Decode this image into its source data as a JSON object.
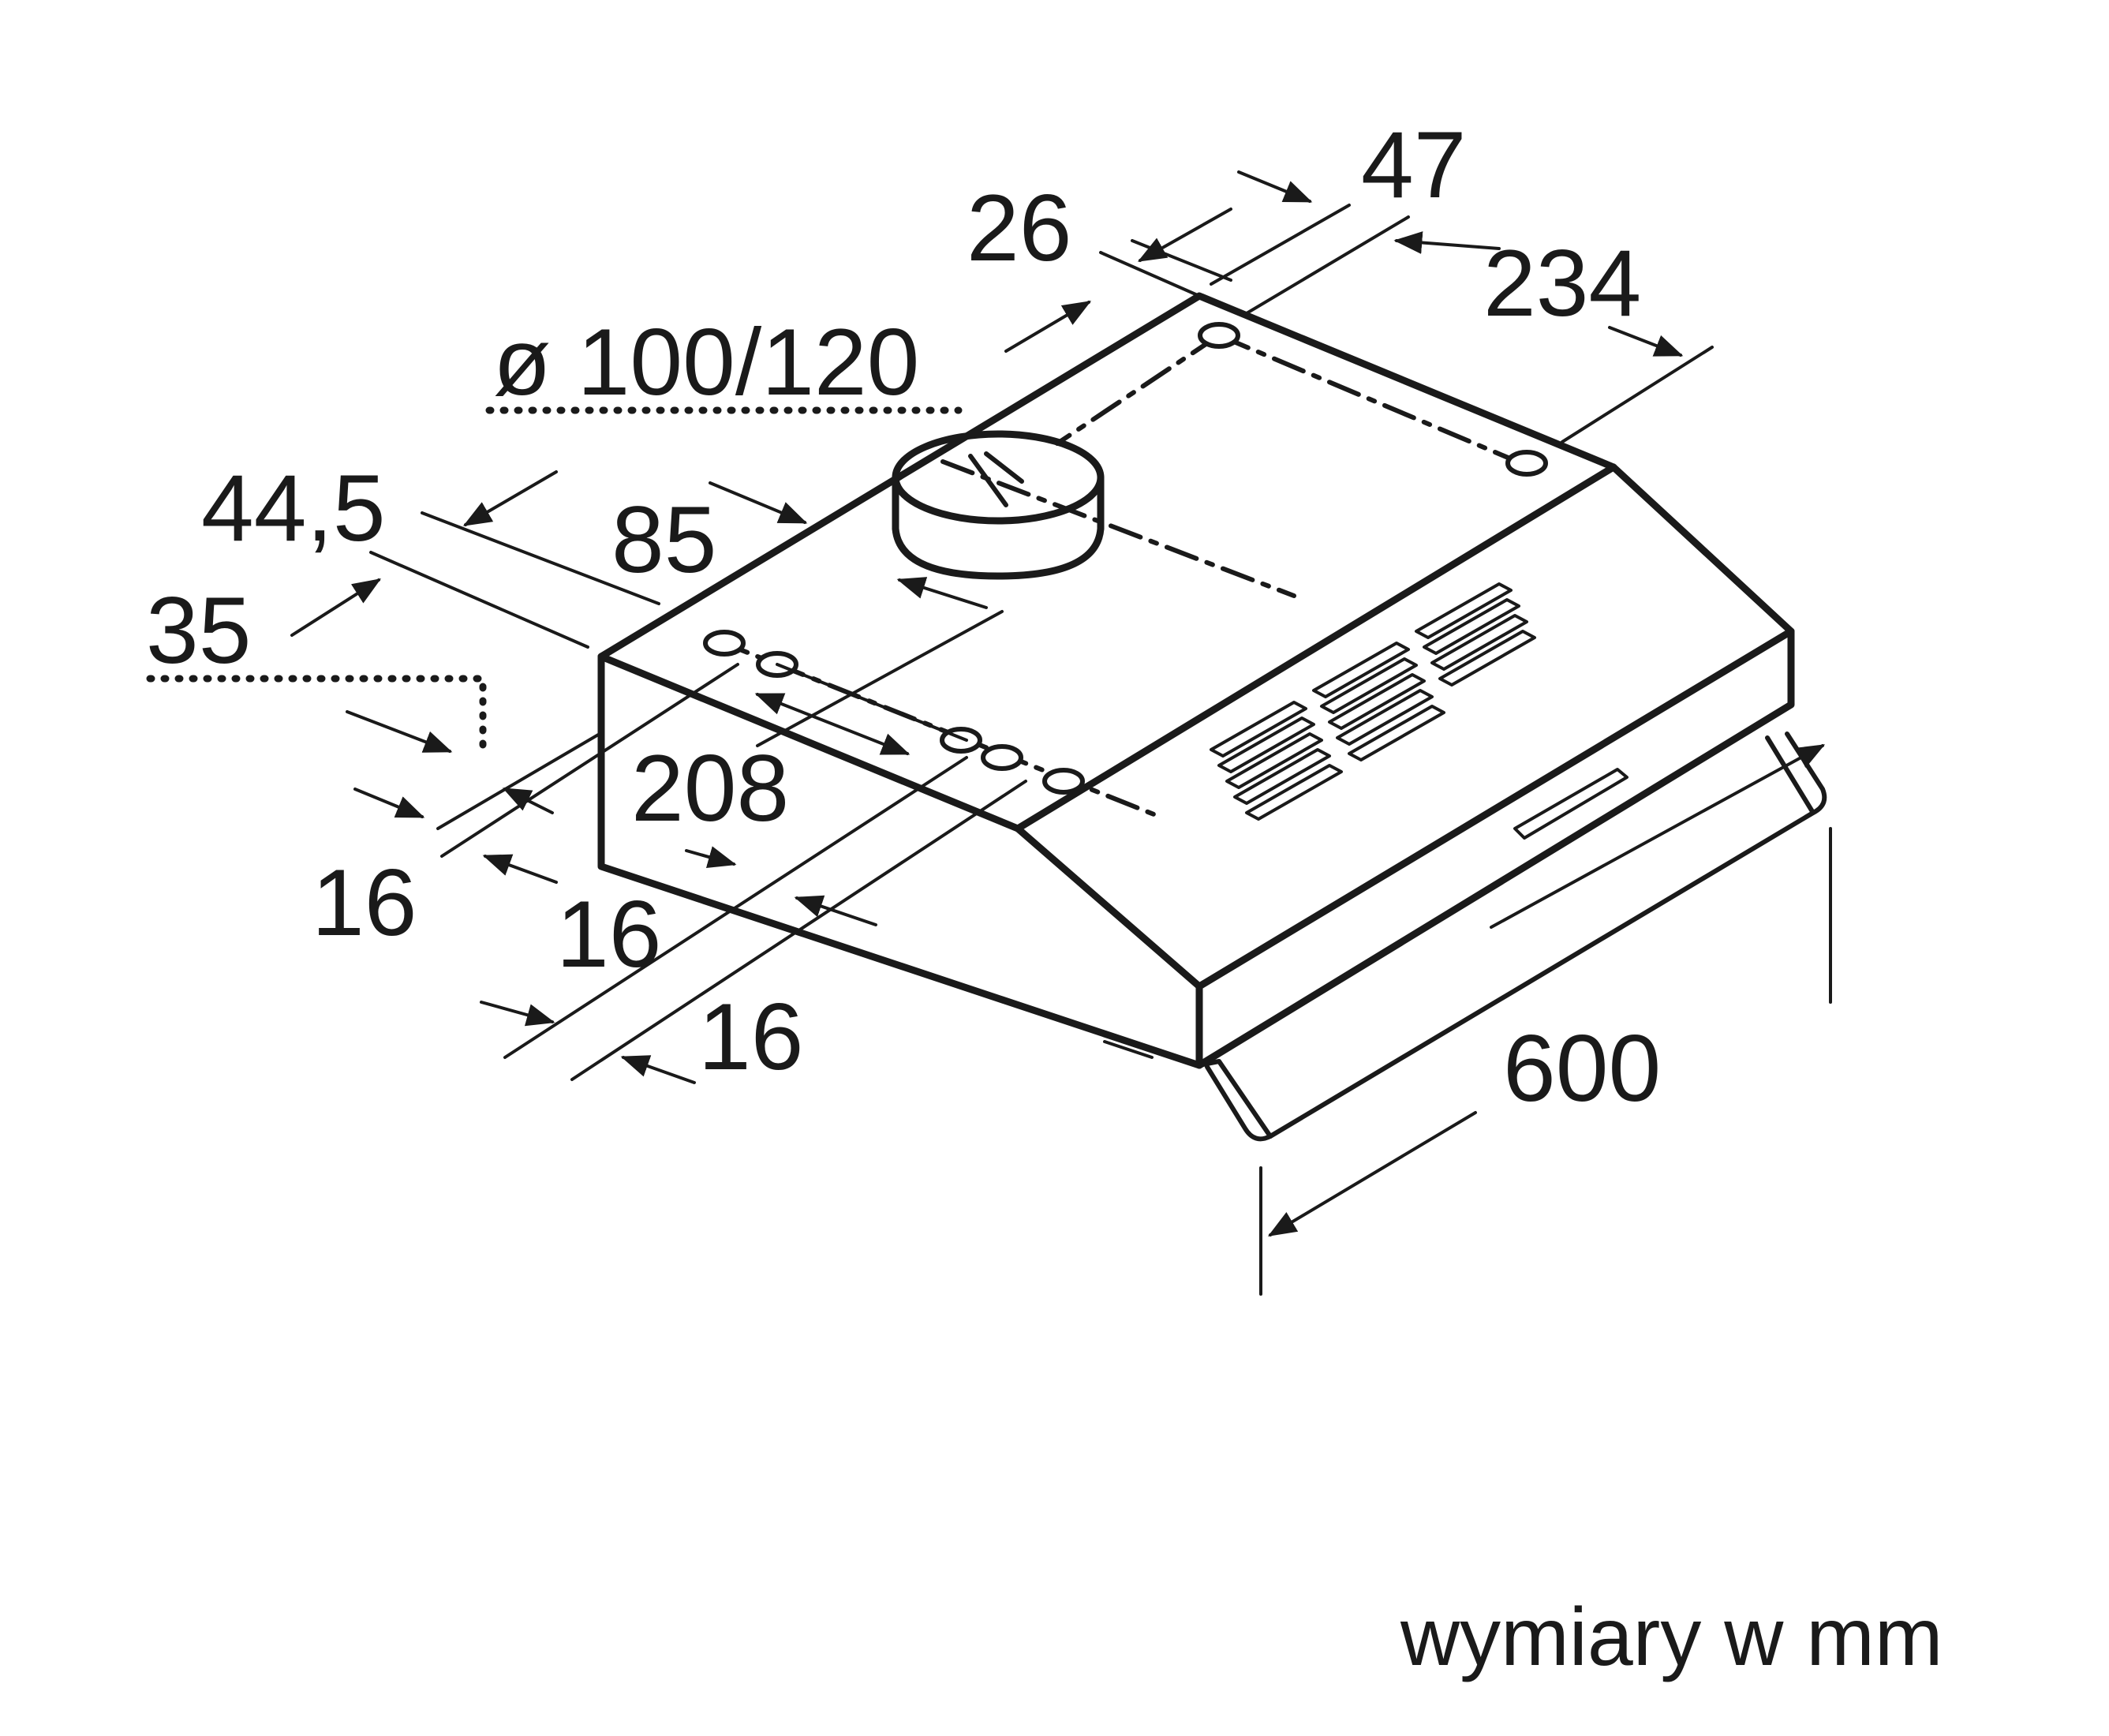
{
  "dimensions": {
    "d47": "47",
    "d26": "26",
    "d234": "234",
    "d_duct": "ø 100/120",
    "d44_5": "44,5",
    "d85": "85",
    "d35": "35",
    "d208": "208",
    "d16_a": "16",
    "d16_b": "16",
    "d16_c": "16",
    "d600": "600"
  },
  "footer": {
    "units_note": "wymiary w mm"
  },
  "colors": {
    "line": "#1a1a1a",
    "background": "#ffffff"
  }
}
